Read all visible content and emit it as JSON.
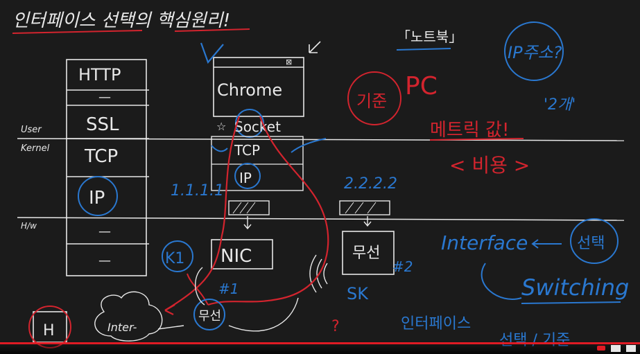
{
  "title": "인터페이스 선택의 핵심원리!",
  "stack": [
    "HTTP",
    "—",
    "SSL",
    "TCP",
    "IP",
    "—",
    "—"
  ],
  "layer_labels": {
    "user": "User",
    "kernel": "Kernel",
    "hw": "H/w"
  },
  "host": {
    "app": "Chrome",
    "socket": "Socket",
    "tcp": "TCP",
    "ip": "IP",
    "nic1": "NIC",
    "nic1_tag": "K1",
    "nic1_num": "#1",
    "nic2": "무선",
    "nic2_tag": "SK",
    "nic2_num": "#2",
    "ip1": "1.1.1.1",
    "ip2": "2.2.2.2"
  },
  "network": {
    "internet": "Inter-",
    "router": "H",
    "router_near": "무선"
  },
  "right_notes": {
    "roadmap": "「노트북」",
    "ip_address": "IP주소?",
    "count": "'2개'",
    "criterion": "기준",
    "pc": "PC",
    "metric": "메트릭 값!",
    "cost": "< 비용 >",
    "interface": "Interface",
    "select": "선택",
    "switching": "Switching",
    "interface_ko": "인터페이스",
    "select_criterion": "선택 / 기준"
  },
  "colors": {
    "white": "#e8e8e8",
    "red": "#d3242e",
    "blue": "#2a78d0",
    "board": "#1b1b1b"
  },
  "player": {
    "progress": 1.0
  }
}
